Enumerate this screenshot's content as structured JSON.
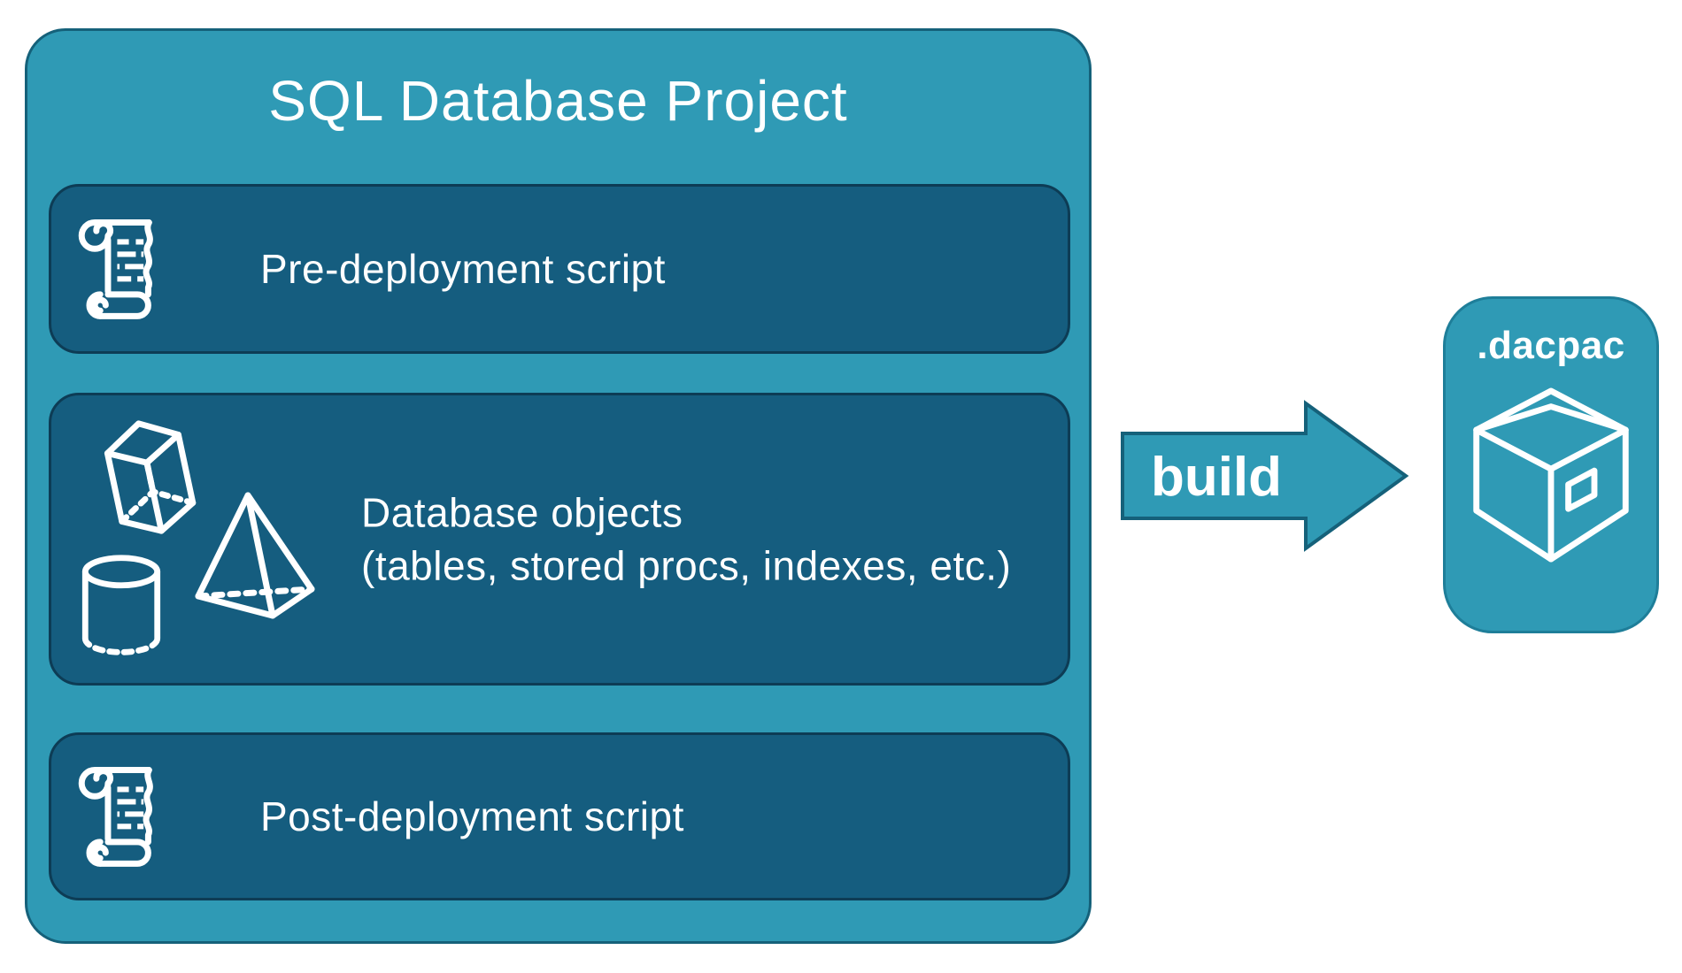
{
  "colors": {
    "teal": "#2f9ab5",
    "dark_teal": "#155d7f",
    "outer_border": "#15617a",
    "inner_border": "#0d3c55",
    "dacpac_border": "#1e7e99",
    "text": "#ffffff"
  },
  "project": {
    "title": "SQL Database Project",
    "pre_deployment": {
      "label": "Pre-deployment script",
      "icon": "scroll-icon"
    },
    "database_objects": {
      "line1": "Database objects",
      "line2": "(tables, stored procs, indexes, etc.)",
      "icons": [
        "cuboid-icon",
        "pyramid-icon",
        "cylinder-icon"
      ]
    },
    "post_deployment": {
      "label": "Post-deployment script",
      "icon": "scroll-icon"
    }
  },
  "arrow": {
    "label": "build"
  },
  "output": {
    "label": ".dacpac",
    "icon": "package-icon"
  }
}
